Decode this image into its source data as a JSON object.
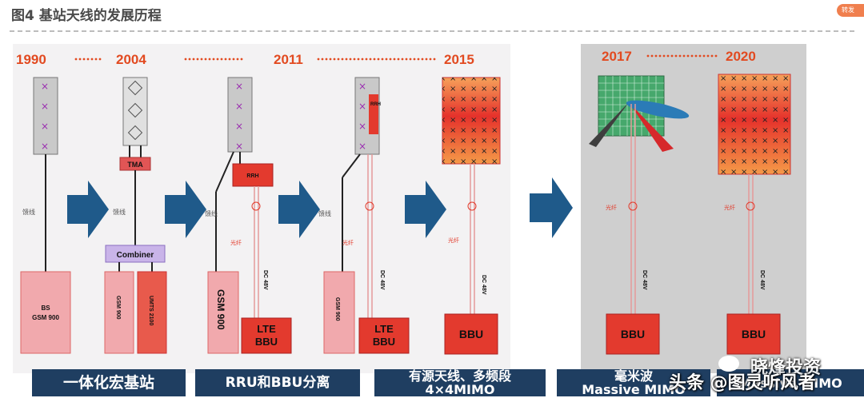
{
  "page": {
    "title": "图4 基站天线的发展历程",
    "badge": "转发"
  },
  "years": [
    "1990",
    "2004",
    "2011",
    "2015",
    "2017",
    "2020"
  ],
  "labels": {
    "feeder": "馈线",
    "fiber": "光纤",
    "dc": "DC 48V",
    "tma": "TMA",
    "combiner": "Combiner",
    "rrh": "RRH",
    "rrh_small": "RRH",
    "bs_line1": "BS",
    "bs_line2": "GSM 900",
    "gsm900": "GSM 900",
    "umts2100": "UMTS 2100",
    "lte_line1": "LTE",
    "lte_line2": "BBU",
    "bbu": "BBU"
  },
  "banners": {
    "b1": "一体化宏基站",
    "b2": "RRU和BBU分离",
    "b3_line1": "有源天线、多频段",
    "b3_line2": "4×4MIMO",
    "b4_line1": "毫米波",
    "b4_line2": "Massive MIMO",
    "b5_line1": "",
    "b5_line2": "Massive MIMO"
  },
  "watermark": {
    "brand": "晓烽投资",
    "author": "头条 @图灵听风者"
  },
  "colors": {
    "year": "#e24a20",
    "arrow": "#1f5a8a",
    "banner": "#1f3e61",
    "box": "#f1a9ad",
    "boxDark": "#e33a2e"
  }
}
